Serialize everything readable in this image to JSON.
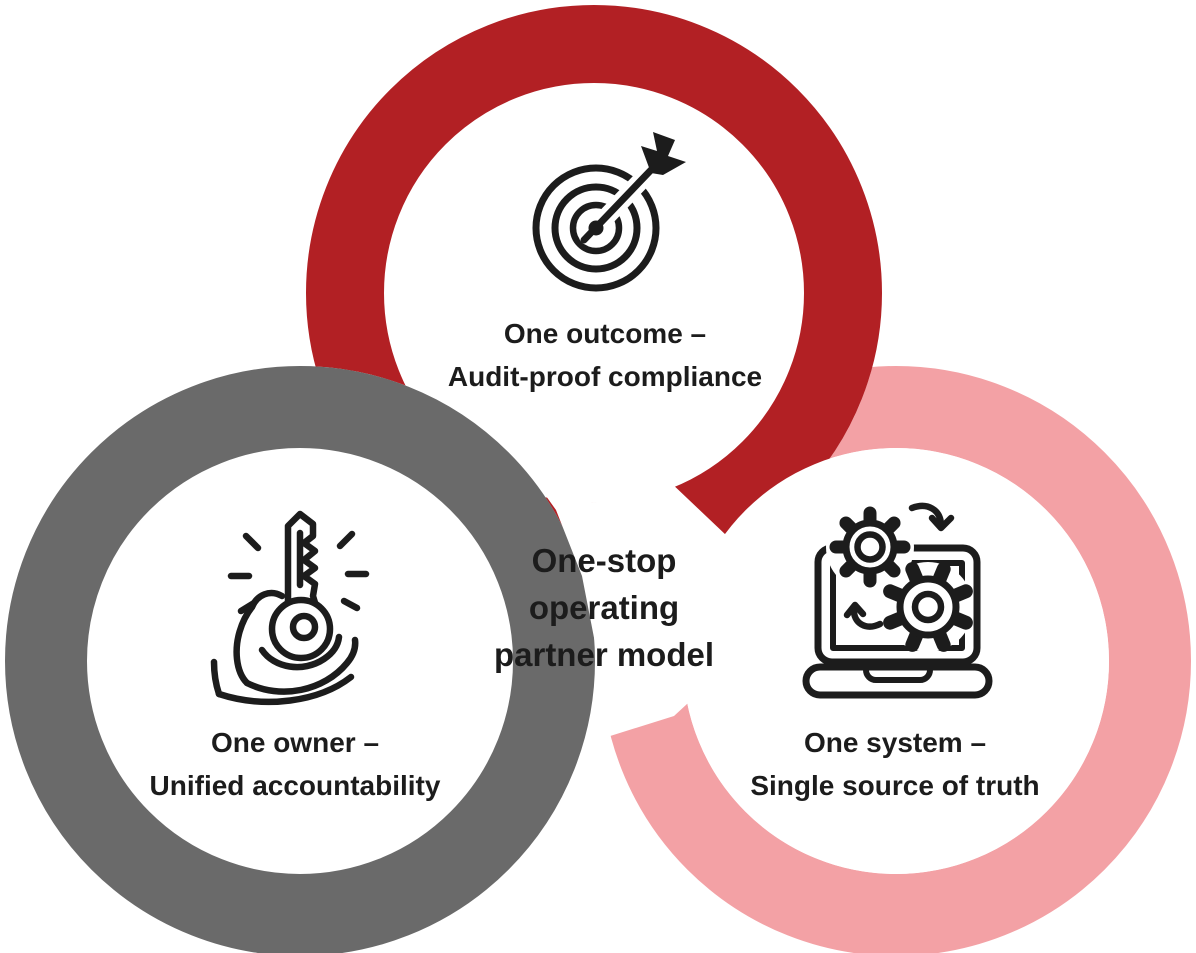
{
  "diagram": {
    "center_title": {
      "lines": [
        "One-stop",
        "operating",
        "partner model"
      ]
    },
    "circles": {
      "top": {
        "label_lines": [
          "One outcome –",
          "Audit-proof compliance"
        ],
        "color": "#b22024",
        "icon": "target-arrow"
      },
      "left": {
        "label_lines": [
          "One owner –",
          "Unified accountability"
        ],
        "color": "#6a6a6a",
        "icon": "key-in-hand"
      },
      "right": {
        "label_lines": [
          "One system –",
          "Single source of truth"
        ],
        "color": "#f3a1a5",
        "icon": "laptop-gears"
      }
    },
    "colors": {
      "background": "#ffffff",
      "text": "#1c1c1c",
      "icon_stroke": "#1c1c1c"
    }
  }
}
